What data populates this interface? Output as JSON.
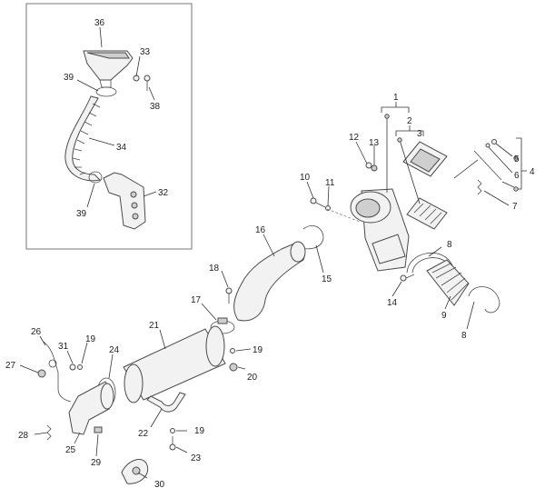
{
  "diagram": {
    "callouts": {
      "c1": "1",
      "c2": "2",
      "c3": "3",
      "c4": "4",
      "c5": "5",
      "c6": "6",
      "c7": "7",
      "c8a": "8",
      "c8b": "8",
      "c9": "9",
      "c10": "10",
      "c11": "11",
      "c12": "12",
      "c13": "13",
      "c14": "14",
      "c15": "15",
      "c16": "16",
      "c17": "17",
      "c18": "18",
      "c19a": "19",
      "c19b": "19",
      "c19c": "19",
      "c20": "20",
      "c21": "21",
      "c22": "22",
      "c23": "23",
      "c24": "24",
      "c25": "25",
      "c26": "26",
      "c27": "27",
      "c28": "28",
      "c29": "29",
      "c30": "30",
      "c31": "31",
      "c32": "32",
      "c33": "33",
      "c34": "34",
      "c36": "36",
      "c38": "38",
      "c39a": "39",
      "c39b": "39"
    }
  }
}
